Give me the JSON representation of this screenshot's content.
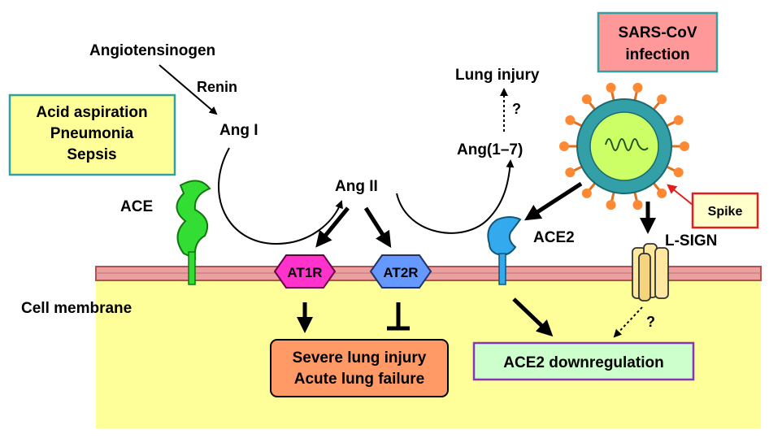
{
  "labels": {
    "angiotensinogen": "Angiotensinogen",
    "renin": "Renin",
    "ang1": "Ang I",
    "ang2": "Ang II",
    "ang17": "Ang(1–7)",
    "lung_injury": "Lung injury",
    "q_lung": "?",
    "ace": "ACE",
    "ace2": "ACE2",
    "lsign": "L-SIGN",
    "q_lsign": "?",
    "cell_membrane": "Cell membrane",
    "spike": "Spike",
    "at1r": "AT1R",
    "at2r": "AT2R"
  },
  "conditions": {
    "line1": "Acid aspiration",
    "line2": "Pneumonia",
    "line3": "Sepsis"
  },
  "sars": {
    "line1": "SARS-CoV",
    "line2": "infection"
  },
  "outcome": {
    "line1": "Severe lung injury",
    "line2": "Acute lung failure"
  },
  "downreg": {
    "text": "ACE2 downregulation"
  },
  "colors": {
    "cytoplasm": "#ffff99",
    "membrane": "#e8a0a0",
    "ace": "#33dd33",
    "at1r": "#ff33cc",
    "at2r": "#6699ff",
    "ace2": "#33aaee",
    "virus_envelope": "#33a0a8",
    "virus_core": "#ccff66",
    "virus_spike": "#ff8833",
    "lsign": "#ffe9a0",
    "outcome_box": "#ff9966",
    "downreg_box": "#ccffcc",
    "sars_box": "#ff9999",
    "conditions_box": "#ffff99"
  }
}
